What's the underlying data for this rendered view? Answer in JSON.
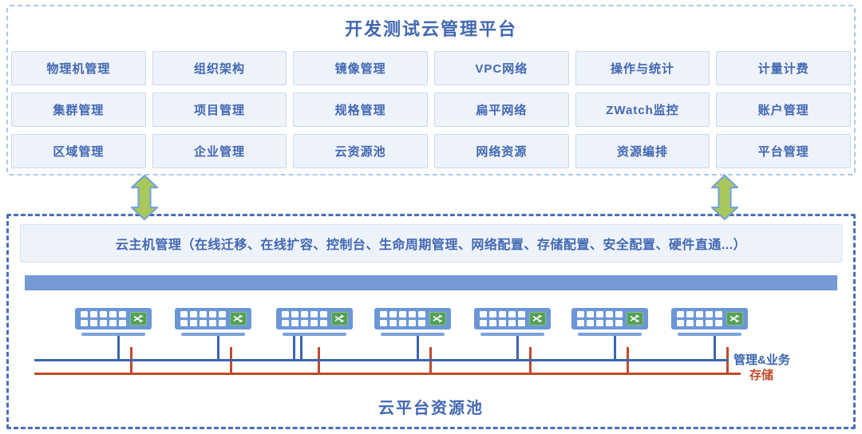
{
  "colors": {
    "text_blue": "#4168b2",
    "panel_dotted_border": "#afc8ea",
    "panel_dashed_border": "#4a6fb5",
    "button_bg": "#eef2fa",
    "button_border": "#c9d9ee",
    "bar_bg": "#eef3fb",
    "bar_border": "#d6e3f3",
    "solid_bar": "#7499d5",
    "server_blue": "#6b97d7",
    "server_underline": "#7aa2dc",
    "chip_green": "#55a057",
    "arrow_green": "#a9c85b",
    "arrow_stroke": "#76a3d4",
    "mgmt_line": "#3a66ad",
    "storage_line": "#bf4b2d"
  },
  "platform": {
    "title": "开发测试云管理平台",
    "modules": [
      {
        "label": "物理机管理"
      },
      {
        "label": "组织架构"
      },
      {
        "label": "镜像管理"
      },
      {
        "label": "VPC网络"
      },
      {
        "label": "操作与统计"
      },
      {
        "label": "计量计费"
      },
      {
        "label": "集群管理"
      },
      {
        "label": "项目管理"
      },
      {
        "label": "规格管理"
      },
      {
        "label": "扁平网络"
      },
      {
        "label": "ZWatch监控"
      },
      {
        "label": "账户管理"
      },
      {
        "label": "区域管理"
      },
      {
        "label": "企业管理"
      },
      {
        "label": "云资源池"
      },
      {
        "label": "网络资源"
      },
      {
        "label": "资源编排"
      },
      {
        "label": "平台管理"
      }
    ]
  },
  "resource_pool": {
    "title": "云平台资源池",
    "vm_management_bar": "云主机管理（在线迁移、在线扩容、控制台、生命周期管理、网络配置、存储配置、安全配置、硬件直通...）",
    "network_labels": {
      "management": "管理&业务",
      "storage": "存储"
    },
    "servers": [
      {
        "name": "server-1"
      },
      {
        "name": "server-2"
      },
      {
        "name": "server-3",
        "double_link": true
      },
      {
        "name": "server-4"
      },
      {
        "name": "server-5"
      },
      {
        "name": "server-6"
      },
      {
        "name": "server-7"
      }
    ]
  }
}
